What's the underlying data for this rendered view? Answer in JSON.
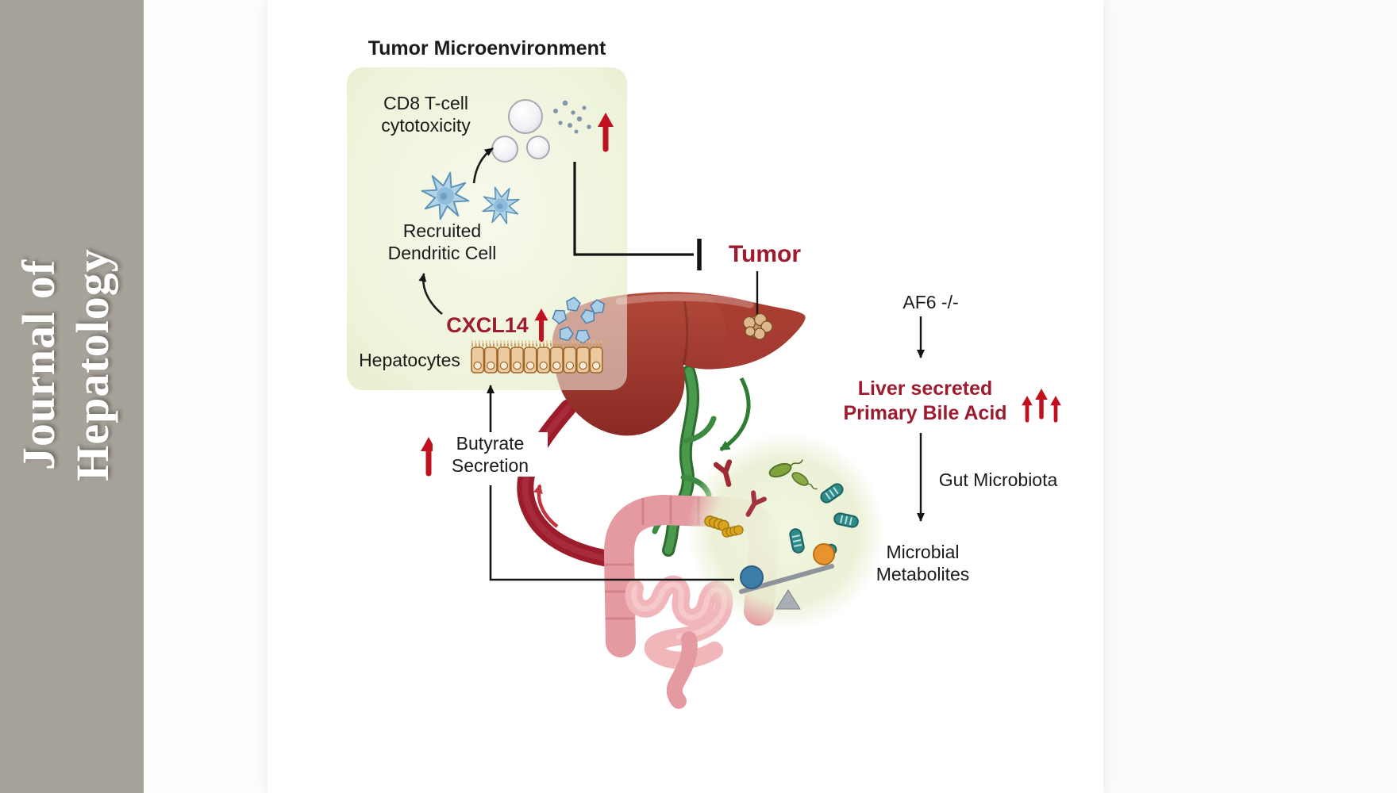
{
  "journal": {
    "line1": "Journal of",
    "line2": "Hepatology"
  },
  "figure": {
    "title": "Tumor Microenvironment",
    "cd8": {
      "line1": "CD8 T-cell",
      "line2": "cytotoxicity"
    },
    "dendritic": {
      "line1": "Recruited",
      "line2": "Dendritic Cell"
    },
    "cxcl14": "CXCL14",
    "hepatocytes": "Hepatocytes",
    "tumor": "Tumor",
    "butyrate": {
      "line1": "Butyrate",
      "line2": "Secretion"
    },
    "af6": "AF6 -/-",
    "bile": {
      "line1": "Liver secreted",
      "line2": "Primary Bile Acid"
    },
    "gut_microbiota": "Gut Microbiota",
    "metabolites": {
      "line1": "Microbial",
      "line2": "Metabolites"
    }
  },
  "colors": {
    "sidebar_gray": "#a7a29a",
    "dark_red_text": "#9c1b2e",
    "arrow_red": "#c0111f",
    "tme_box_green": "#edf2da",
    "microbiome_circle_green": "#e9efd4",
    "liver_red": "#a23a31",
    "portal_vein_green": "#3e8a41",
    "vessel_dark_red": "#9c1c2b",
    "intestine_pink": "#e59aa1",
    "dendritic_cell_blue": "#b3d4e7",
    "hepatocyte_tan": "#ecca9f"
  },
  "icons": [
    "t-cell-icon",
    "granule-dots-icon",
    "dendritic-cell-icon",
    "chemokine-molecule-icon",
    "hepatocyte-icon",
    "liver-illustration",
    "tumor-nodule-icon",
    "portal-vein-icon",
    "hepatic-vessel-icon",
    "intestine-illustration",
    "bacteria-icon",
    "balance-scale-icon",
    "up-arrow-icon",
    "down-arrow-icon",
    "inhibition-bar-icon",
    "curved-arrow-icon"
  ]
}
